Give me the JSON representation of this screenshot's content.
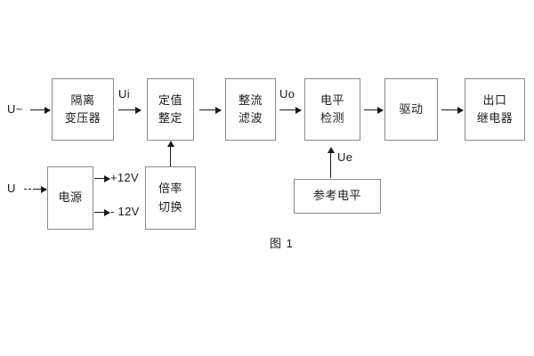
{
  "figure": {
    "caption": "图 1",
    "colors": {
      "background": "#ffffff",
      "box_border": "#8a8a8a",
      "line": "#1a1a1a",
      "text": "#1a1a1a"
    }
  },
  "signal_chain": {
    "input_label": "U~",
    "blocks": [
      {
        "id": "isolation-transformer",
        "line1": "隔离",
        "line2": "变压器"
      },
      {
        "id": "setting-value",
        "line1": "定值",
        "line2": "整定"
      },
      {
        "id": "rectify-filter",
        "line1": "整流",
        "line2": "滤波"
      },
      {
        "id": "level-detection",
        "line1": "电平",
        "line2": "检测"
      },
      {
        "id": "drive",
        "line1": "驱动",
        "line2": ""
      },
      {
        "id": "output-relay",
        "line1": "出口",
        "line2": "继电器"
      }
    ],
    "signal_labels": {
      "ui": "Ui",
      "uo": "Uo",
      "ue": "Ue"
    }
  },
  "power_chain": {
    "input_label": "U",
    "power_supply": {
      "id": "power-supply",
      "line1": "电源",
      "line2": ""
    },
    "rails": [
      {
        "id": "rail-positive",
        "label": "+12V"
      },
      {
        "id": "rail-negative",
        "label": "- 12V"
      }
    ],
    "multiplier_switch": {
      "id": "multiplier-switch",
      "line1": "倍率",
      "line2": "切换"
    }
  },
  "reference": {
    "block": {
      "id": "reference-level",
      "line1": "参考电平",
      "line2": ""
    }
  }
}
